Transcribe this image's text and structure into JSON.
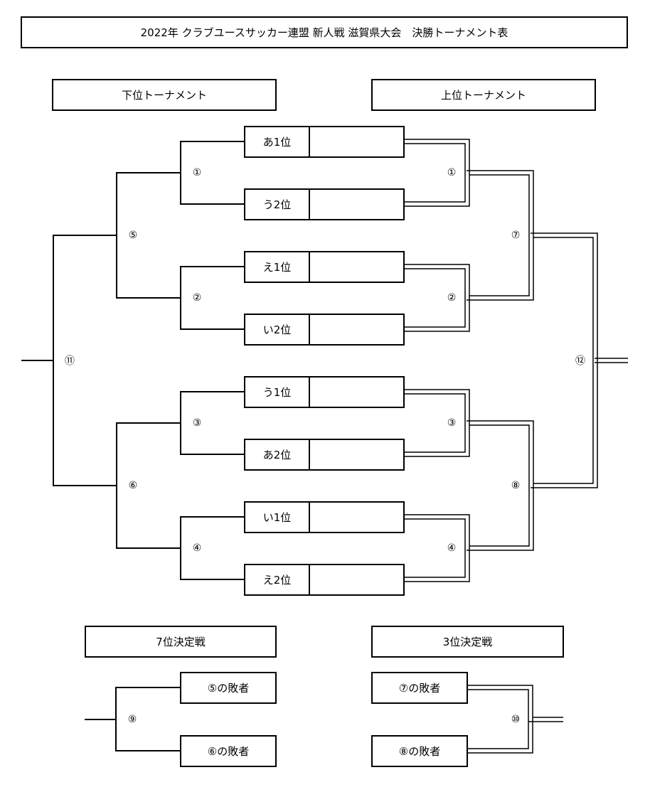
{
  "header": {
    "title": "2022年 クラブユースサッカー連盟 新人戦 滋賀県大会　決勝トーナメント表"
  },
  "sections": {
    "lower_tournament": "下位トーナメント",
    "upper_tournament": "上位トーナメント",
    "seventh_place": "7位決定戦",
    "third_place": "3位決定戦"
  },
  "teams": [
    {
      "label": "あ1位",
      "name": ""
    },
    {
      "label": "う2位",
      "name": ""
    },
    {
      "label": "え1位",
      "name": ""
    },
    {
      "label": "い2位",
      "name": ""
    },
    {
      "label": "う1位",
      "name": ""
    },
    {
      "label": "あ2位",
      "name": ""
    },
    {
      "label": "い1位",
      "name": ""
    },
    {
      "label": "え2位",
      "name": ""
    }
  ],
  "matches": {
    "m1": "①",
    "m2": "②",
    "m3": "③",
    "m4": "④",
    "m5": "⑤",
    "m6": "⑥",
    "m7": "⑦",
    "m8": "⑧",
    "m9": "⑨",
    "m10": "⑩",
    "m11": "⑪",
    "m12": "⑫"
  },
  "placement": {
    "loser5": "⑤の敗者",
    "loser6": "⑥の敗者",
    "loser7": "⑦の敗者",
    "loser8": "⑧の敗者"
  },
  "colors": {
    "line": "#000000",
    "background": "#ffffff"
  }
}
